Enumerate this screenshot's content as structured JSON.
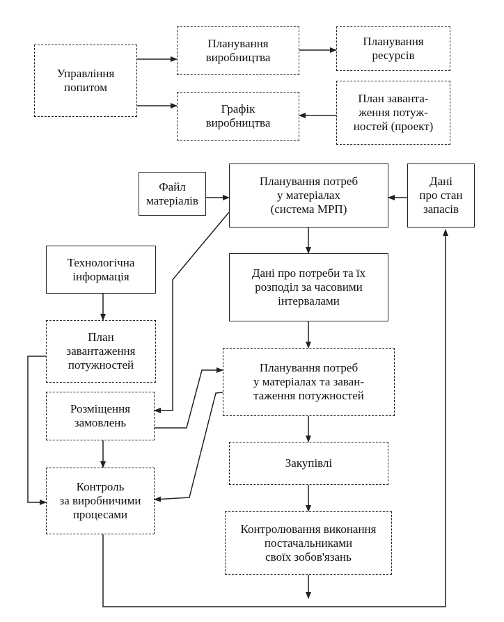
{
  "boxes": {
    "demand": "Управління\nпопитом",
    "prod_plan": "Планування\nвиробництва",
    "res_plan": "Планування\nресурсів",
    "schedule": "Графік\nвиробництва",
    "capacity_project": "План заванта-\nження потуж-\nностей (проект)",
    "materials_file": "Файл\nматеріалів",
    "mrp": "Планування потреб\nу матеріалах\n(система МРП)",
    "stock": "Дані\nпро стан\nзапасів",
    "tech_info": "Технологічна\nінформація",
    "needs_data": "Дані про потреби та їх\nрозподіл за часовими\nінтервалами",
    "capacity_plan": "План\nзавантаження\nпотужностей",
    "mrp_capacity": "Планування потреб\nу матеріалах та заван-\nтаження потужностей",
    "orders": "Розміщення\nзамовлень",
    "purchases": "Закупівлі",
    "control": "Контроль\nза виробничими\nпроцесами",
    "supplier_control": "Контролювання виконання\nпостачальниками\nсвоїх зобов'язань"
  }
}
